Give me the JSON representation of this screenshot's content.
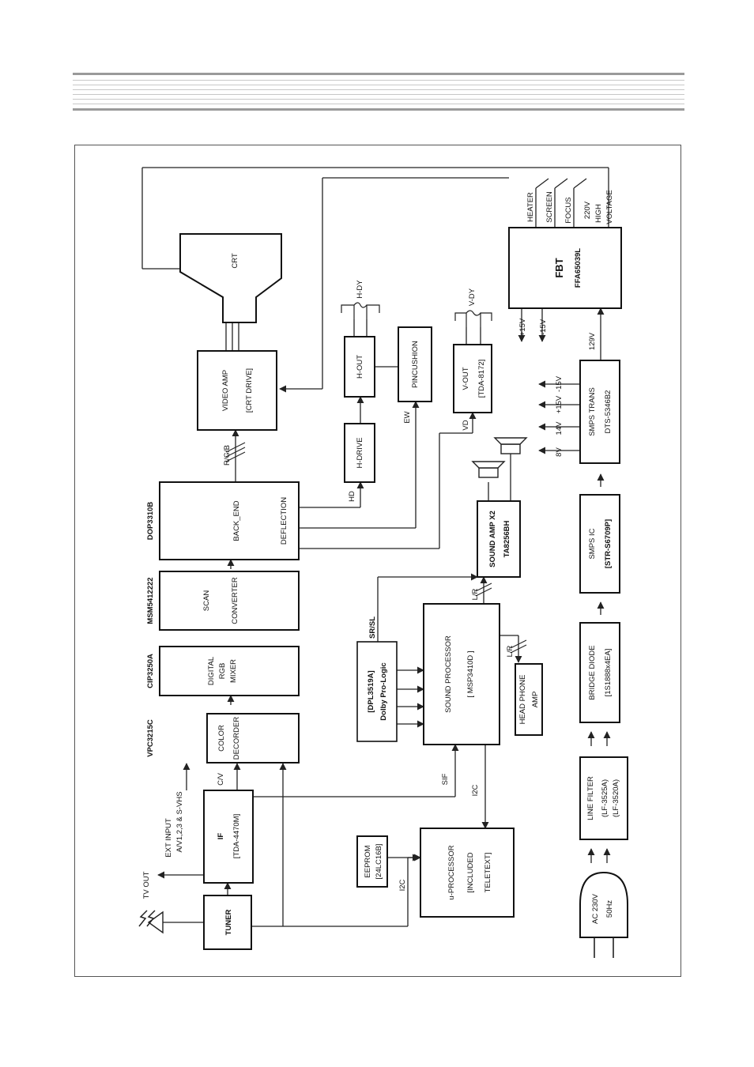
{
  "blocks": {
    "tuner": "TUNER",
    "if_name": "IF",
    "if_part": "[TDA-4470M]",
    "color_decoder_1": "COLOR",
    "color_decoder_2": "DECORDER",
    "color_decoder_part": "VPC3215C",
    "rgb_mixer_1": "DIGITAL",
    "rgb_mixer_2": "RGB",
    "rgb_mixer_3": "MIXER",
    "rgb_mixer_part": "CIP3250A",
    "scan_conv_1": "SCAN",
    "scan_conv_2": "CONVERTER",
    "scan_conv_part": "MSM5412222",
    "dop_part": "DOP3310B",
    "dop_backend": "BACK_END",
    "dop_deflection": "DEFLECTION",
    "video_amp_1": "VIDEO AMP",
    "video_amp_2": "[CRT DRIVE]",
    "crt": "CRT",
    "h_drive": "H-DRIVE",
    "h_out": "H-OUT",
    "h_dy": "H-DY",
    "pincushion": "PINCUSHION",
    "v_out_1": "V-OUT",
    "v_out_2": "[TDA-8172]",
    "v_dy": "V-DY",
    "fbt_1": "FBT",
    "fbt_2": "FFA65039L",
    "sound_amp_1": "SOUND AMP X2",
    "sound_amp_2": "TA8256BH",
    "sound_proc_1": "SOUND PROCESSOR",
    "sound_proc_2": "[ MSP3410D ]",
    "dolby_1": "[DPL3519A]",
    "dolby_2": "Dolby Pro-Logic",
    "headphone_1": "HEAD PHONE",
    "headphone_2": "AMP",
    "eeprom_1": "EEPROM",
    "eeprom_2": "[24LC16B]",
    "upro_1": "u-PROCESSOR",
    "upro_2": "[INCLUDED",
    "upro_3": "TELETEXT]",
    "smps_trans_1": "SMPS TRANS",
    "smps_trans_2": "DTS-5346B2",
    "smps_ic_1": "SMPS IC",
    "smps_ic_2": "[STR-S6709P]",
    "bridge_1": "BRIDGE DIODE",
    "bridge_2": "[1S1888x4EA]",
    "line_filter_1": "LINE FILTER",
    "line_filter_2": "(LF-3525A)",
    "line_filter_3": "(LF-3520A)",
    "ac_1": "AC  230V",
    "ac_2": "50Hz"
  },
  "signals": {
    "tv_out": "TV  OUT",
    "ext_input_1": "EXT  INPUT",
    "ext_input_2": "A/V1,2,3  &  S-VHS",
    "cv": "C/V",
    "sif": "SIF",
    "i2c_a": "I2C",
    "i2c_b": "I2C",
    "rgb": "R/G/B",
    "hd": "HD",
    "ew": "EW",
    "vd": "VD",
    "lr_amp": "L/R",
    "lr_hp": "L/R",
    "srsl": "SR/SL",
    "plus15v": "+15V",
    "minus15v": "-15V",
    "v129": "129V",
    "rail_minus15": "-15V",
    "rail_plus15": "+15V",
    "rail_14v": "14V",
    "rail_8v": "8V",
    "heater": "HEATER",
    "screen": "SCREEN",
    "focus": "FOCUS",
    "v220": "220V",
    "high": "HIGH",
    "voltage": "VOLTAGE"
  }
}
